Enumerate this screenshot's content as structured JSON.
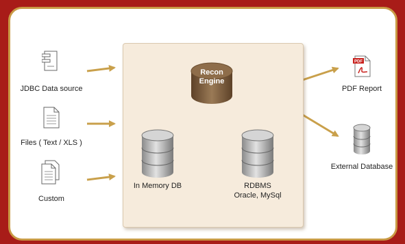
{
  "sources": [
    {
      "label": "JDBC Data source",
      "icon": "server-icon"
    },
    {
      "label": "Files ( Text / XLS )",
      "icon": "document-icon"
    },
    {
      "label": "Custom",
      "icon": "documents-icon"
    }
  ],
  "engine": {
    "line1": "Recon",
    "line2": "Engine"
  },
  "stores": [
    {
      "line1": "In Memory DB",
      "line2": ""
    },
    {
      "line1": "RDBMS",
      "line2": "Oracle, MySql"
    }
  ],
  "outputs": [
    {
      "label": "PDF Report",
      "icon": "pdf-icon",
      "badge": "PDF"
    },
    {
      "label": "External Database",
      "icon": "database-icon"
    }
  ],
  "colors": {
    "frame": "#a81c18",
    "border": "#c99a45",
    "arrow": "#c9a04b",
    "panel": "#f6ebdc",
    "engine": "#7a5c3c"
  }
}
